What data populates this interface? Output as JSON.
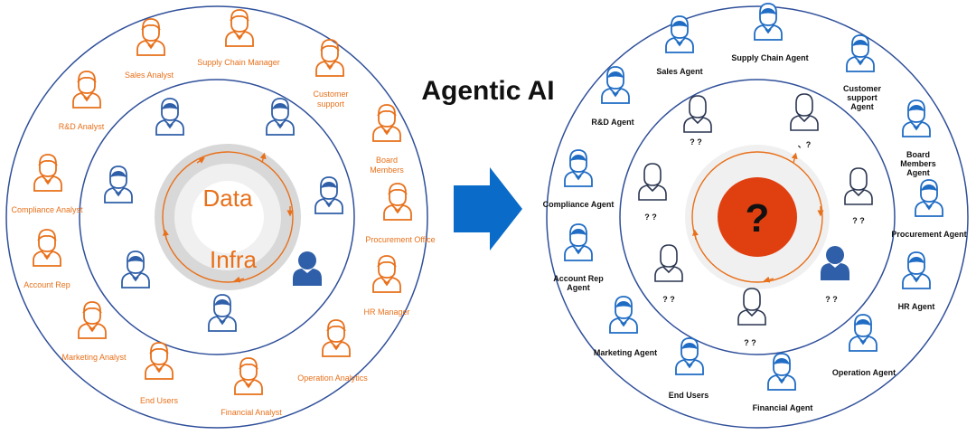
{
  "title": "Agentic AI",
  "colors": {
    "left_accent": "#e8701a",
    "left_inner": "#2f5fa8",
    "right_accent": "#1f6cc4",
    "ring": "#2f4f9a",
    "center_question": "#e04010",
    "arrow": "#0a6bc8"
  },
  "left": {
    "center_line1": "Data",
    "center_line2": "Infra",
    "outer_labels": {
      "sales": "Sales Analyst",
      "supply": "Supply Chain Manager",
      "customer1": "Customer",
      "customer2": "support",
      "rnd": "R&D Analyst",
      "board1": "Board",
      "board2": "Members",
      "compliance": "Compliance Analyst",
      "procurement": "Procurement Office",
      "account": "Account Rep",
      "hr": "HR Manager",
      "marketing": "Marketing Analyst",
      "operation": "Operation Analytics",
      "endusers": "End Users",
      "financial": "Financial Analyst"
    }
  },
  "right": {
    "center_symbol": "?",
    "outer_labels": {
      "sales": "Sales Agent",
      "supply": "Supply Chain Agent",
      "customer1": "Customer",
      "customer2": "support",
      "customer3": "Agent",
      "rnd": "R&D Agent",
      "board1": "Board",
      "board2": "Members",
      "board3": "Agent",
      "compliance": "Compliance Agent",
      "procurement": "Procurement  Agent",
      "account1": "Account Rep",
      "account2": "Agent",
      "hr": "HR Agent",
      "marketing": "Marketing Agent",
      "operation": "Operation Agent",
      "endusers": "End Users",
      "financial": "Financial Agent"
    },
    "inner_marks": {
      "m1": "? ?",
      "m2": "、?",
      "m3": "? ?",
      "m4": "? ?",
      "m5": "? ?",
      "m6": "? ?",
      "m7": "? ?"
    }
  }
}
